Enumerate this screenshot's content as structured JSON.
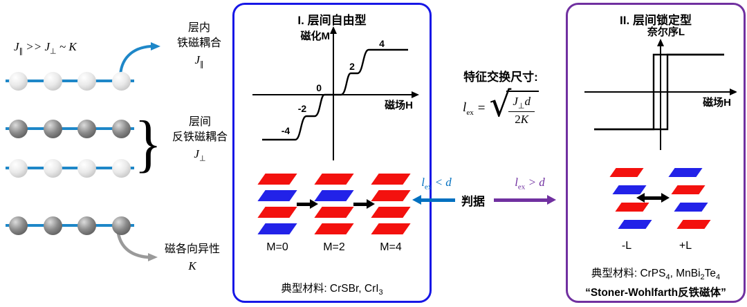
{
  "colors": {
    "box1": "#1717E6",
    "box2": "#7030A0",
    "chain": "#1E87C8",
    "gray": "#9A9A9A",
    "red": "#F3110E",
    "spinblue": "#2222E8",
    "blue": "#0070C0",
    "purple": "#7030A0"
  },
  "left": {
    "inequality": {
      "p1": "J",
      "s1": "∥",
      "p2": " >> ",
      "p3": "J",
      "s3": "⊥",
      "p4": " ~ ",
      "p5": "K"
    },
    "chains": [
      "light",
      "dark",
      "light",
      "dark"
    ],
    "brace": "}",
    "intralayer": {
      "line1": "层内",
      "line2": "铁磁耦合",
      "sym": "J",
      "sym_sub": "∥"
    },
    "interlayer": {
      "line1": "层间",
      "line2": "反铁磁耦合",
      "sym": "J",
      "sym_sub": "⊥"
    },
    "anisotropy": {
      "line1": "磁各向异性",
      "sym": "K"
    }
  },
  "box1": {
    "title": "I. 层间自由型",
    "plot": {
      "ylabel": "磁化M",
      "xlabel": "磁场H",
      "ticks": {
        "p4": "4",
        "p2": "2",
        "zero": "0",
        "m2": "-2",
        "m4": "-4"
      }
    },
    "stacks": [
      {
        "label": "M=0",
        "layers": [
          "red",
          "blue",
          "red",
          "blue"
        ]
      },
      {
        "label": "M=2",
        "layers": [
          "red",
          "blue",
          "red",
          "red"
        ]
      },
      {
        "label": "M=4",
        "layers": [
          "red",
          "red",
          "red",
          "red"
        ]
      }
    ],
    "materials": {
      "p1": "典型材料: CrSBr, CrI",
      "s1": "3"
    }
  },
  "center": {
    "heading": "特征交换尺寸:",
    "formula": {
      "var": "l",
      "var_sub": "ex",
      "eq": "=",
      "radical": "√",
      "num_j": "J",
      "num_j_sub": "⊥",
      "num_d": "d",
      "den_coeff": "2",
      "den_var": "K"
    },
    "left_cond": {
      "v": "l",
      "sub": "ex",
      "rest": " < d"
    },
    "right_cond": {
      "v": "l",
      "sub": "ex",
      "rest": " > d"
    },
    "criterion": "判据"
  },
  "box2": {
    "title": "II. 层间锁定型",
    "plot": {
      "ylabel": "奈尔序L",
      "xlabel": "磁场H"
    },
    "stacks": [
      {
        "label": "-L",
        "layers": [
          "red",
          "blue",
          "red",
          "blue"
        ]
      },
      {
        "label": "+L",
        "layers": [
          "blue",
          "red",
          "blue",
          "red"
        ]
      }
    ],
    "materials": {
      "p1": "典型材料: CrPS",
      "s1": "4",
      "p2": ", MnBi",
      "s2": "2",
      "p3": "Te",
      "s3": "4"
    },
    "quote": "“Stoner-Wohlfarth反铁磁体”"
  }
}
